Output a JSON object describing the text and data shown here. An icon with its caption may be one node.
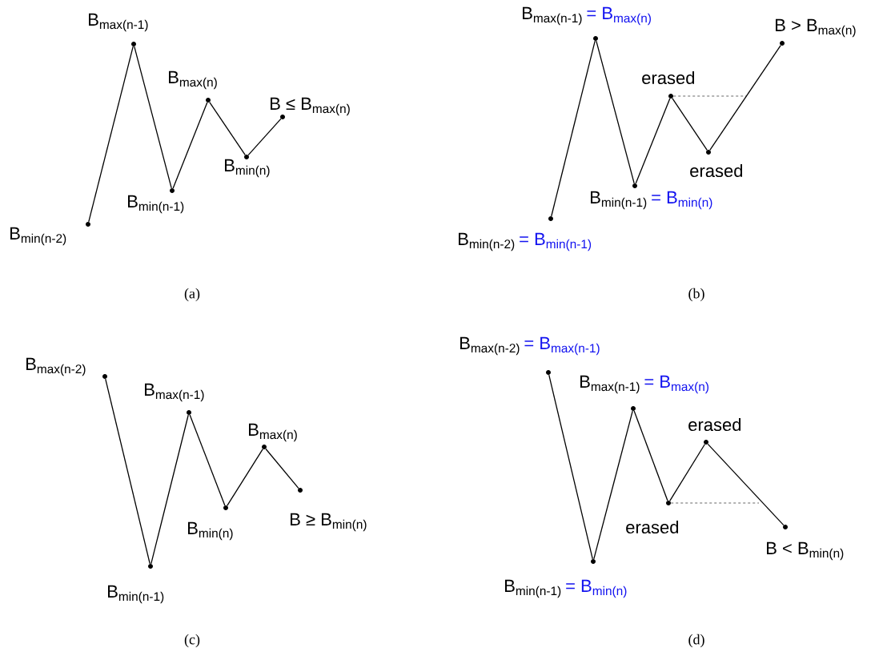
{
  "diagram": {
    "nodes": [
      {
        "text": [
          "B$_{min(n-2)}$"
        ]
      },
      {
        "text": [
          "B$_{max(n-1)}$"
        ]
      },
      {
        "text": [
          "B$_{min(n-1)}$"
        ]
      },
      {
        "text": [
          "B$_{max(n)}$"
        ]
      },
      {
        "text": [
          "B$_{min(n)}$"
        ]
      },
      {
        "text": [
          "B ≤ B$_{max(n)}$"
        ]
      },
      {
        "text": [
          "B$_{min(n-2)}$",
          "= B$_{min(n-1)}$"
        ]
      },
      {
        "text": [
          "B$_{max(n-1)}$",
          "= B$_{max(n)}$"
        ]
      },
      {
        "text": [
          "B$_{min(n-1)}$",
          "= B$_{min(n)}$"
        ]
      },
      {
        "text": [
          "erased"
        ]
      },
      {
        "text": [
          "erased"
        ]
      },
      {
        "text": [
          "B > B$_{max(n)}$"
        ]
      },
      {
        "text": [
          "B$_{max(n-2)}$"
        ]
      },
      {
        "text": [
          "B$_{min(n-1)}$"
        ]
      },
      {
        "text": [
          "B$_{max(n-1)}$"
        ]
      },
      {
        "text": [
          "B$_{min(n)}$"
        ]
      },
      {
        "text": [
          "B$_{max(n)}$"
        ]
      },
      {
        "text": [
          "B ≥ B$_{min(n)}$"
        ]
      },
      {
        "text": [
          "B$_{max(n-2)}$",
          "= B$_{max(n-1)}$"
        ]
      },
      {
        "text": [
          "B$_{min(n-1)}$",
          "= B$_{min(n)}$"
        ]
      },
      {
        "text": [
          "B$_{max(n-1)}$",
          "= B$_{max(n)}$"
        ]
      },
      {
        "text": [
          "erased"
        ]
      },
      {
        "text": [
          "erased"
        ]
      },
      {
        "text": [
          "B < B$_{min(n)}$"
        ]
      }
    ],
    "edges": [
      {
        "from": 0,
        "to": 1,
        "arrow": "none"
      },
      {
        "from": 1,
        "to": 2,
        "arrow": "none"
      },
      {
        "from": 2,
        "to": 3,
        "arrow": "none"
      },
      {
        "from": 3,
        "to": 4,
        "arrow": "none"
      },
      {
        "from": 4,
        "to": 5,
        "arrow": "none"
      },
      {
        "from": 6,
        "to": 7,
        "arrow": "none"
      },
      {
        "from": 7,
        "to": 8,
        "arrow": "none"
      },
      {
        "from": 8,
        "to": 9,
        "arrow": "none"
      },
      {
        "from": 9,
        "to": 10,
        "arrow": "none"
      },
      {
        "from": 10,
        "to": 11,
        "arrow": "none"
      },
      {
        "from": 9,
        "to": null,
        "arrow": "none",
        "style": "dashed"
      },
      {
        "from": 12,
        "to": 13,
        "arrow": "none"
      },
      {
        "from": 13,
        "to": 14,
        "arrow": "none"
      },
      {
        "from": 14,
        "to": 15,
        "arrow": "none"
      },
      {
        "from": 15,
        "to": 16,
        "arrow": "none"
      },
      {
        "from": 16,
        "to": 17,
        "arrow": "none"
      },
      {
        "from": 18,
        "to": 19,
        "arrow": "none"
      },
      {
        "from": 19,
        "to": 20,
        "arrow": "none"
      },
      {
        "from": 20,
        "to": 21,
        "arrow": "none"
      },
      {
        "from": 21,
        "to": 22,
        "arrow": "none"
      },
      {
        "from": 22,
        "to": 23,
        "arrow": "none"
      },
      {
        "from": 21,
        "to": null,
        "arrow": "none",
        "style": "dashed"
      }
    ],
    "labels": [
      "(a)",
      "(b)",
      "(c)",
      "(d)"
    ]
  }
}
